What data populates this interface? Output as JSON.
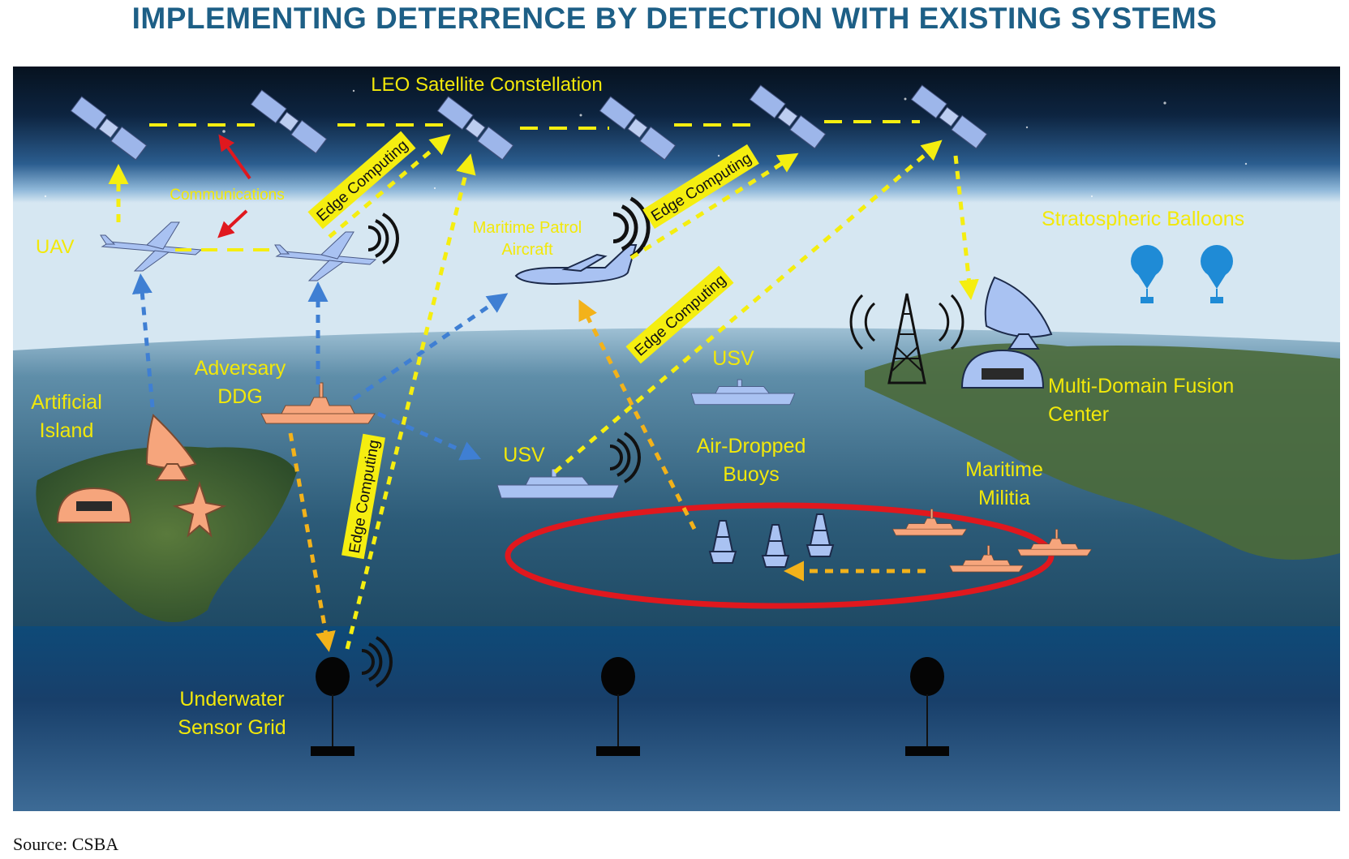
{
  "title": "IMPLEMENTING DETERRENCE BY DETECTION WITH EXISTING SYSTEMS",
  "source": "Source: CSBA",
  "labels": {
    "leo": "LEO Satellite Constellation",
    "communications": "Communications",
    "uav": "UAV",
    "artificial_island_1": "Artificial",
    "artificial_island_2": "Island",
    "adversary_ddg_1": "Adversary",
    "adversary_ddg_2": "DDG",
    "mpa_1": "Maritime Patrol",
    "mpa_2": "Aircraft",
    "usv_right": "USV",
    "usv_center": "USV",
    "buoys_1": "Air-Dropped",
    "buoys_2": "Buoys",
    "militia_1": "Maritime",
    "militia_2": "Militia",
    "balloons": "Stratospheric Balloons",
    "fusion_1": "Multi-Domain Fusion",
    "fusion_2": "Center",
    "underwater_1": "Underwater",
    "underwater_2": "Sensor Grid",
    "edge": "Edge Computing"
  },
  "colors": {
    "yellow_link": "#f5ee10",
    "blue_link": "#3f7fd3",
    "orange_link": "#f3b21a",
    "red_arrow": "#e0181e",
    "friendly_platform": "#a9c2f2",
    "adversary_platform": "#f6a57c",
    "title_blue": "#1d5f86"
  }
}
